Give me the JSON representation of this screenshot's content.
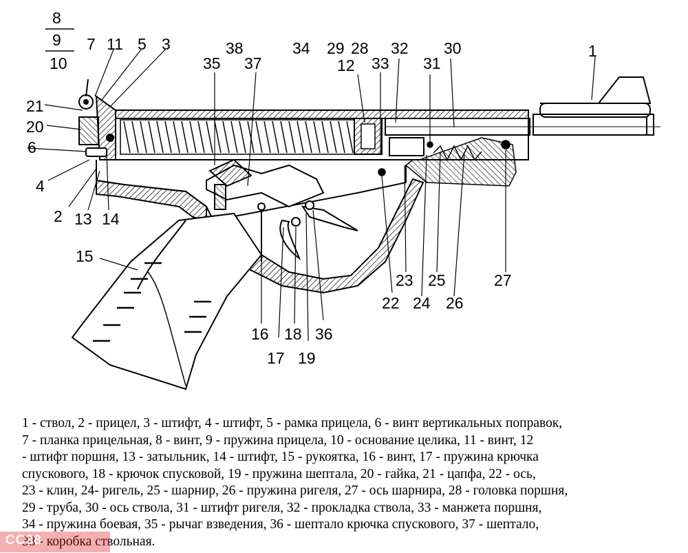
{
  "labels": [
    {
      "id": "8",
      "text": "8"
    },
    {
      "id": "9",
      "text": "9"
    },
    {
      "id": "10",
      "text": "10"
    },
    {
      "id": "7",
      "text": "7"
    },
    {
      "id": "11",
      "text": "11"
    },
    {
      "id": "5",
      "text": "5"
    },
    {
      "id": "3",
      "text": "3"
    },
    {
      "id": "38",
      "text": "38"
    },
    {
      "id": "34",
      "text": "34"
    },
    {
      "id": "29",
      "text": "29"
    },
    {
      "id": "28",
      "text": "28"
    },
    {
      "id": "32",
      "text": "32"
    },
    {
      "id": "30",
      "text": "30"
    },
    {
      "id": "1",
      "text": "1"
    },
    {
      "id": "35",
      "text": "35"
    },
    {
      "id": "37",
      "text": "37"
    },
    {
      "id": "12",
      "text": "12"
    },
    {
      "id": "33",
      "text": "33"
    },
    {
      "id": "31",
      "text": "31"
    },
    {
      "id": "21",
      "text": "21"
    },
    {
      "id": "20",
      "text": "20"
    },
    {
      "id": "6",
      "text": "6"
    },
    {
      "id": "4",
      "text": "4"
    },
    {
      "id": "2",
      "text": "2"
    },
    {
      "id": "13",
      "text": "13"
    },
    {
      "id": "14",
      "text": "14"
    },
    {
      "id": "15",
      "text": "15"
    },
    {
      "id": "16",
      "text": "16"
    },
    {
      "id": "17",
      "text": "17"
    },
    {
      "id": "18",
      "text": "18"
    },
    {
      "id": "19",
      "text": "19"
    },
    {
      "id": "36",
      "text": "36"
    },
    {
      "id": "22",
      "text": "22"
    },
    {
      "id": "23",
      "text": "23"
    },
    {
      "id": "24",
      "text": "24"
    },
    {
      "id": "25",
      "text": "25"
    },
    {
      "id": "26",
      "text": "26"
    },
    {
      "id": "27",
      "text": "27"
    }
  ],
  "legend": {
    "text": "1 - ствол, 2 - прицел, 3 - штифт, 4 - штифт, 5 - рамка прицела, 6 - винт вертикальных поправок,\n7 - планка прицельная, 8 - винт, 9 - пружина прицела, 10 - основание целика, 11 - винт, 12\n- штифт поршня, 13 - затыльник, 14 - штифт, 15 - рукоятка, 16 - винт, 17 - пружина крючка\nспускового, 18 - крючок спусковой, 19 - пружина шептала, 20 - гайка, 21 - цапфа, 22 - ось,\n23 - клин, 24- ригель, 25 - шарнир, 26 - пружина ригеля, 27 - ось шарнира, 28 - головка поршня,\n29 - труба, 30 - ось ствола, 31 - штифт ригеля, 32 - прокладка ствола, 33 - манжета поршня,\n34 - пружина боевая, 35 - рычаг взведения, 36 - шептало крючка спускового, 37 - шептало,\n38 - коробка ствольная."
  },
  "watermark": {
    "text": "CC38"
  }
}
